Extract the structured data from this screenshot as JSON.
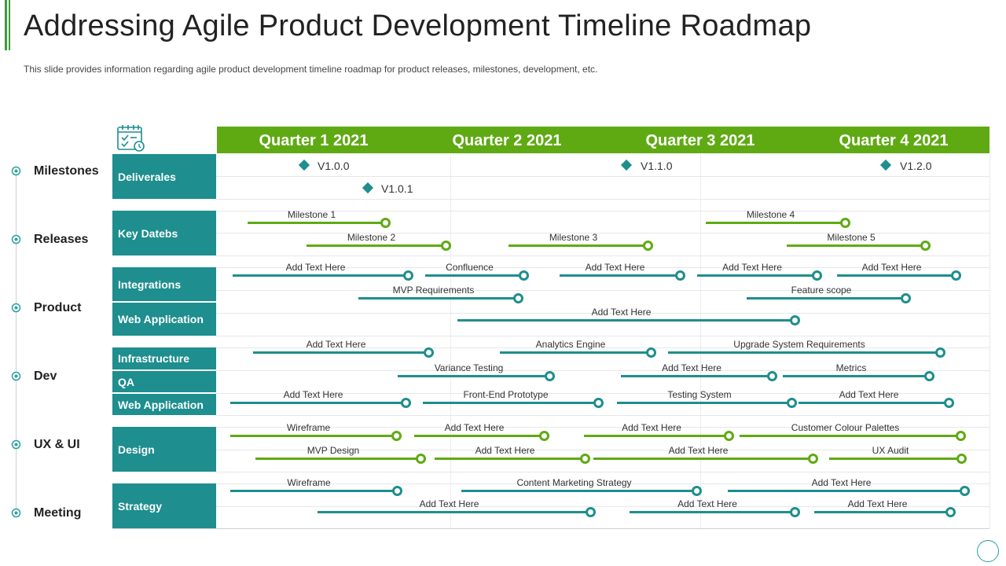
{
  "title": "Addressing Agile Product Development Timeline Roadmap",
  "subtitle": "This slide provides information regarding agile product development timeline roadmap for product releases, milestones, development, etc.",
  "colors": {
    "teal": "#1e8e8e",
    "green": "#5faa13"
  },
  "quarters": [
    "Quarter 1 2021",
    "Quarter 2 2021",
    "Quarter 3 2021",
    "Quarter 4 2021"
  ],
  "phases": [
    "Milestones",
    "Releases",
    "Product",
    "Dev",
    "UX & UI",
    "Meeting"
  ],
  "categories": [
    "Deliverales",
    "Key Datebs",
    "Integrations",
    "Web Application",
    "Infrastructure",
    "QA",
    "Web Application",
    "Design",
    "Strategy"
  ],
  "deliverables": [
    "V1.0.0",
    "V1.0.1",
    "V1.1.0",
    "V1.2.0"
  ],
  "bars": [
    {
      "label": "Milestone 1",
      "color": "green"
    },
    {
      "label": "Milestone 4",
      "color": "green"
    },
    {
      "label": "Milestone 2",
      "color": "green"
    },
    {
      "label": "Milestone 3",
      "color": "green"
    },
    {
      "label": "Milestone 5",
      "color": "green"
    },
    {
      "label": "Add Text Here",
      "color": "teal"
    },
    {
      "label": "Confluence",
      "color": "teal"
    },
    {
      "label": "Add Text Here",
      "color": "teal"
    },
    {
      "label": "Add Text Here",
      "color": "teal"
    },
    {
      "label": "Add Text Here",
      "color": "teal"
    },
    {
      "label": "MVP  Requirements",
      "color": "teal"
    },
    {
      "label": "Feature scope",
      "color": "teal"
    },
    {
      "label": "Add Text Here",
      "color": "teal"
    },
    {
      "label": "Add Text Here",
      "color": "teal"
    },
    {
      "label": "Analytics Engine",
      "color": "teal"
    },
    {
      "label": "Upgrade System Requirements",
      "color": "teal"
    },
    {
      "label": "Variance Testing",
      "color": "teal"
    },
    {
      "label": "Add Text Here",
      "color": "teal"
    },
    {
      "label": "Metrics",
      "color": "teal"
    },
    {
      "label": "Add Text Here",
      "color": "teal"
    },
    {
      "label": "Front-End Prototype",
      "color": "teal"
    },
    {
      "label": "Testing System",
      "color": "teal"
    },
    {
      "label": "Add Text Here",
      "color": "teal"
    },
    {
      "label": "Wireframe",
      "color": "green"
    },
    {
      "label": "Add Text Here",
      "color": "green"
    },
    {
      "label": "Add Text Here",
      "color": "green"
    },
    {
      "label": "Customer Colour Palettes",
      "color": "green"
    },
    {
      "label": "MVP  Design",
      "color": "green"
    },
    {
      "label": "Add Text Here",
      "color": "green"
    },
    {
      "label": "Add Text Here",
      "color": "green"
    },
    {
      "label": "UX Audit",
      "color": "green"
    },
    {
      "label": "Wireframe",
      "color": "teal"
    },
    {
      "label": "Content Marketing Strategy",
      "color": "teal"
    },
    {
      "label": "Add Text Here",
      "color": "teal"
    },
    {
      "label": "Add Text Here",
      "color": "teal"
    },
    {
      "label": "Add Text Here",
      "color": "teal"
    },
    {
      "label": "Add Text Here",
      "color": "teal"
    }
  ]
}
